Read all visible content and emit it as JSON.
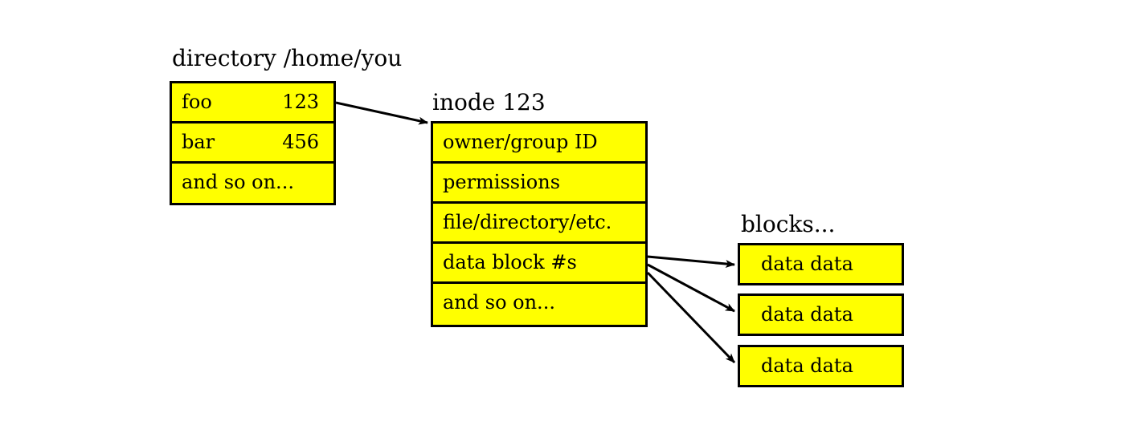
{
  "directory": {
    "title": "directory /home/you",
    "entries": [
      {
        "name": "foo",
        "inode": "123"
      },
      {
        "name": "bar",
        "inode": "456"
      }
    ],
    "more": "and so on..."
  },
  "inode": {
    "title": "inode 123",
    "fields": [
      "owner/group ID",
      "permissions",
      "file/directory/etc.",
      "data block #s",
      "and so on..."
    ]
  },
  "blocks": {
    "title": "blocks...",
    "items": [
      "data data",
      "data data",
      "data data"
    ]
  },
  "colors": {
    "box_fill": "#ffff00",
    "outline": "#000000"
  }
}
